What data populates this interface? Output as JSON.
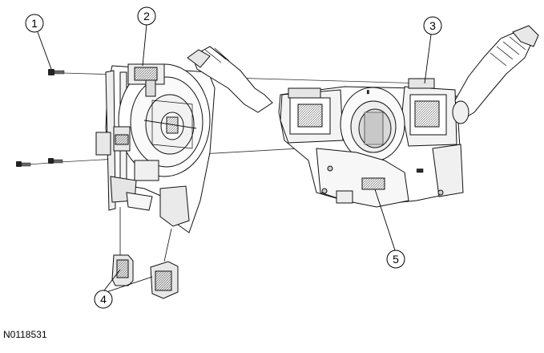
{
  "figure": {
    "code": "N0118531",
    "callouts": [
      {
        "label": "1"
      },
      {
        "label": "2"
      },
      {
        "label": "3"
      },
      {
        "label": "4"
      },
      {
        "label": "5"
      }
    ]
  }
}
